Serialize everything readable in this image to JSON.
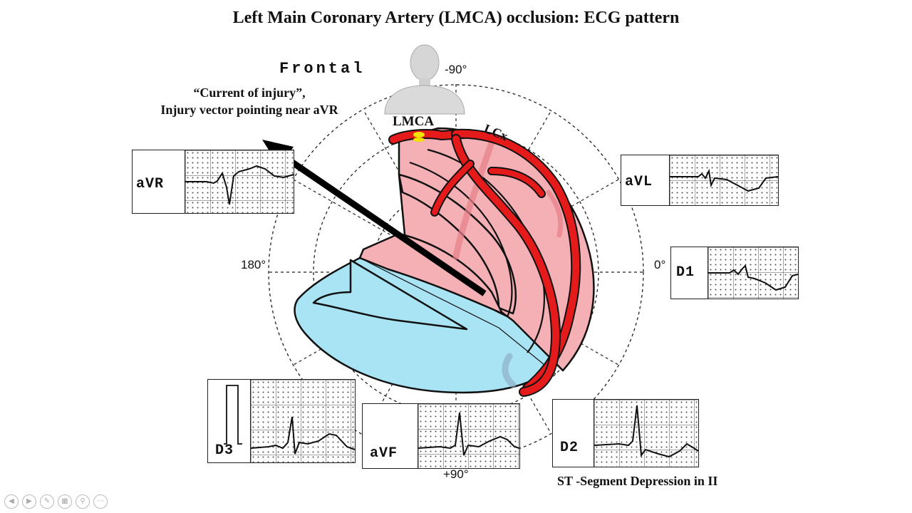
{
  "title": "Left Main Coronary Artery (LMCA) occlusion: ECG pattern",
  "frontal_label": "Frontal",
  "injury_note": {
    "line1": "“Current of injury”,",
    "line2": "Injury vector pointing near aVR"
  },
  "angles": {
    "top": "-90°",
    "left": "180°",
    "right": "0°",
    "bottom": "+90°"
  },
  "artery_labels": {
    "lmca": "LMCA",
    "lcx": "LCx"
  },
  "leads": {
    "avr": "aVR",
    "avl": "aVL",
    "d1": "D1",
    "d3": "D3",
    "avf": "aVF",
    "d2": "D2"
  },
  "caption": "ST -Segment Depression in II",
  "colors": {
    "artery": "#e51b1b",
    "lv_wall": "#f4b0b4",
    "inferior_wall": "#a8e4f4",
    "occlusion": "#f2e200"
  },
  "toolbar_icons": [
    "prev-icon",
    "next-icon",
    "pen-icon",
    "slides-icon",
    "zoom-icon",
    "more-icon"
  ]
}
